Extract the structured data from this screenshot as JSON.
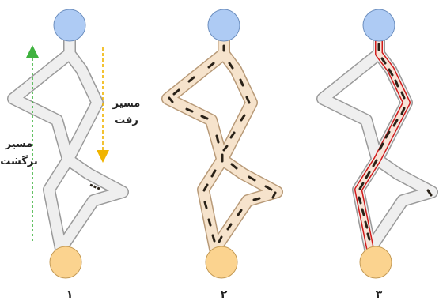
{
  "panels": [
    {
      "number": "۱",
      "trail_tint": "#efefef",
      "ants": "few"
    },
    {
      "number": "۲",
      "trail_tint": "#f6e3cc",
      "ants": "many"
    },
    {
      "number": "۳",
      "trail_tint": "#efefef",
      "ants": "on-shortest-path"
    }
  ],
  "labels": {
    "outbound_line1": "مسیر",
    "outbound_line2": "رفت",
    "return_line1": "مسیر",
    "return_line2": "برگشت"
  },
  "colors": {
    "nest": "#aecbf4",
    "food": "#fbd38f",
    "outbound_arrow": "#f0b400",
    "return_arrow": "#3fb23f",
    "trail_edge": "#9a9a9a",
    "pheromone": "#d11a1a",
    "ant": "#2a2218"
  }
}
